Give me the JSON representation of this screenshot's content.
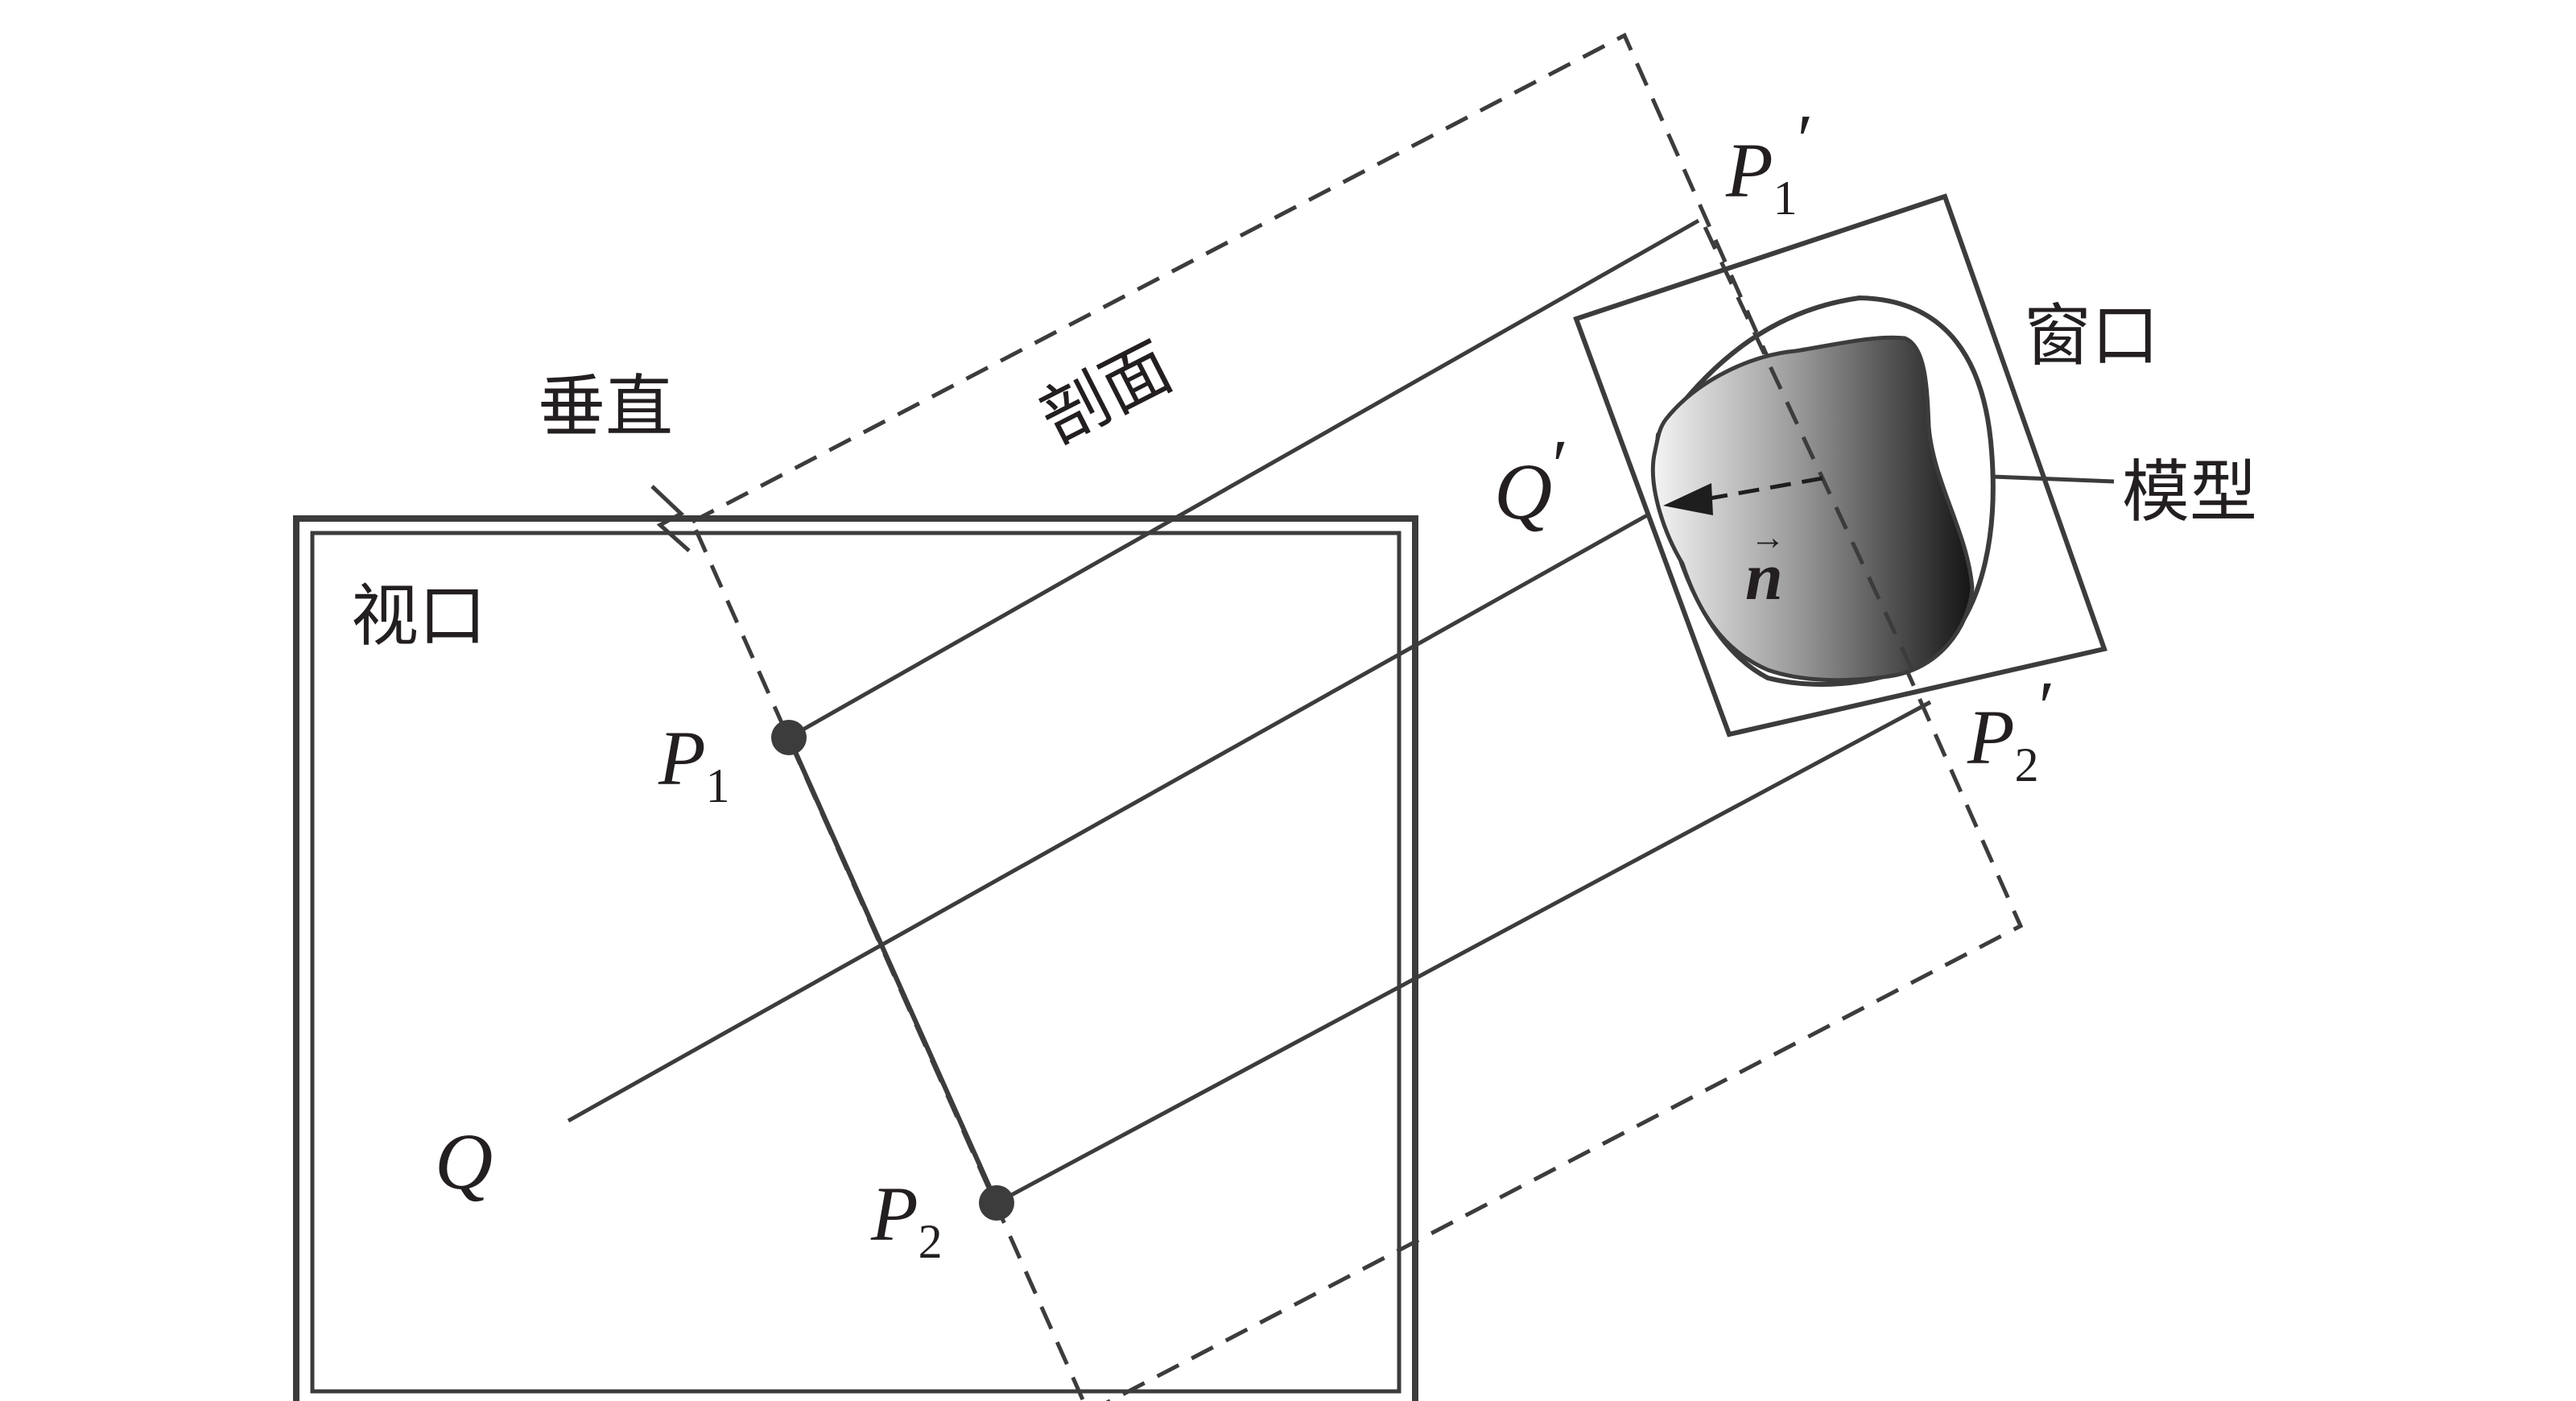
{
  "labels": {
    "vertical": "垂直",
    "section": "剖面",
    "viewport": "视口",
    "window": "窗口",
    "model": "模型",
    "n_vector": "n",
    "n_arrow": "→"
  },
  "points": {
    "P1": {
      "letter": "P",
      "sub": "1",
      "prime": ""
    },
    "P2": {
      "letter": "P",
      "sub": "2",
      "prime": ""
    },
    "Q": {
      "letter": "Q",
      "prime": ""
    },
    "P1p": {
      "letter": "P",
      "sub": "1",
      "prime": "′"
    },
    "P2p": {
      "letter": "P",
      "sub": "2",
      "prime": "′"
    },
    "Qp": {
      "letter": "Q",
      "prime": "′"
    }
  },
  "colors": {
    "stroke": "#3c3c3c",
    "text": "#231f20",
    "model_light": "#f4f4f4",
    "model_dark": "#1c1c1c"
  }
}
